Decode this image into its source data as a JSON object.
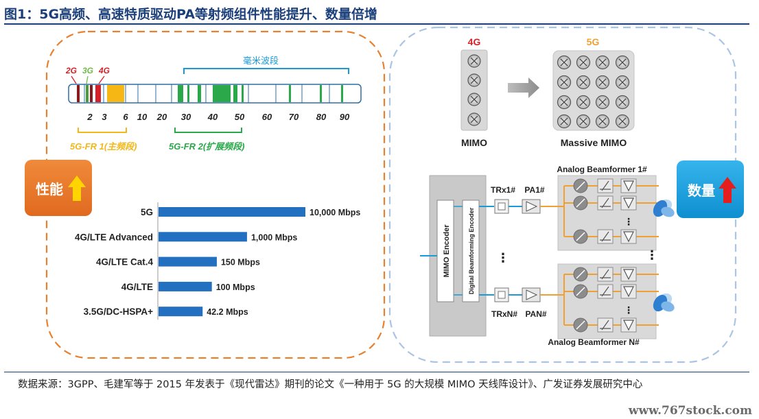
{
  "title": "图1：5G高频、高速特质驱动PA等射频组件性能提升、数量倍增",
  "left_panel": {
    "mmwave_label": "毫米波段",
    "gen_labels": [
      "2G",
      "3G",
      "4G"
    ],
    "gen_colors": [
      "#d61f26",
      "#6dbd45",
      "#d61f26"
    ],
    "freq_ticks": [
      "2",
      "3",
      "6",
      "10",
      "20",
      "30",
      "40",
      "50",
      "60",
      "70",
      "80",
      "90"
    ],
    "fr1_label": "5G-FR 1(主频段)",
    "fr2_label": "5G-FR 2(扩展频段)",
    "badge_label": "性能",
    "chart_data": {
      "type": "bar",
      "categories": [
        "5G",
        "4G/LTE Advanced",
        "4G/LTE Cat.4",
        "4G/LTE",
        "3.5G/DC-HSPA+"
      ],
      "value_labels": [
        "10,000 Mbps",
        "1,000 Mbps",
        "150 Mbps",
        "100 Mbps",
        "42.2 Mbps"
      ],
      "values": [
        10000,
        1000,
        150,
        100,
        42.2
      ],
      "bar_color": "#2470c0"
    }
  },
  "right_panel": {
    "label_4g": "4G",
    "label_5g": "5G",
    "mimo_label": "MIMO",
    "massive_mimo_label": "Massive MIMO",
    "badge_label": "数量",
    "abf_top": "Analog Beamformer 1#",
    "abf_bottom": "Analog Beamformer N#",
    "mimo_encoder": "MIMO Encoder",
    "digital_encoder": "Digital Beamforming Encoder",
    "trx1": "TRx1#",
    "pa1": "PA1#",
    "trxn": "TRxN#",
    "pan": "PAN#",
    "dots": "⋮"
  },
  "colors": {
    "orange": "#e8812f",
    "blue": "#1a9ad6",
    "dashed_blue": "#a9c4e4",
    "title_blue": "#1b3f7a",
    "fr1_yellow": "#f2b81a",
    "fr2_green": "#2aa84a"
  },
  "source_text": "数据来源：3GPP、毛建军等于 2015 年发表于《现代雷达》期刊的论文《一种用于 5G 的大规模 MIMO 天线阵设计》、广发证券发展研究中心",
  "watermark": "www.767stock.com"
}
